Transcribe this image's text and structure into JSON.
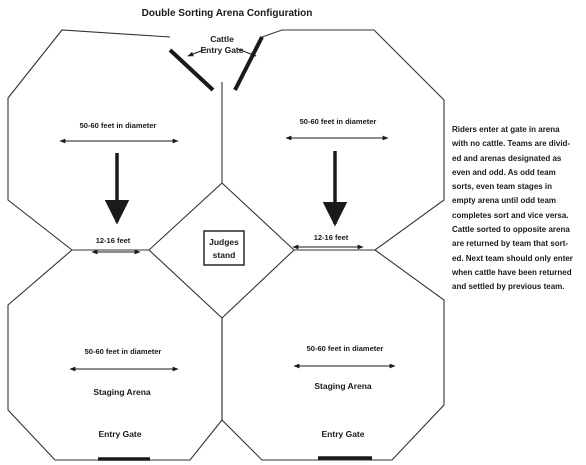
{
  "title": "Double Sorting Arena Configuration",
  "cattle_gate": {
    "line1": "Cattle",
    "line2": "Entry Gate"
  },
  "judges_stand": {
    "line1": "Judges",
    "line2": "stand"
  },
  "arenas": [
    {
      "id": "top-left",
      "diameter_label": "50-60 feet in diameter",
      "gap_label": "12-16 feet"
    },
    {
      "id": "top-right",
      "diameter_label": "50-60 feet in diameter",
      "gap_label": "12-16 feet"
    },
    {
      "id": "bottom-left",
      "diameter_label": "50-60 feet in diameter",
      "name": "Staging Arena",
      "gate_label": "Entry Gate"
    },
    {
      "id": "bottom-right",
      "diameter_label": "50-60 feet in diameter",
      "name": "Staging Arena",
      "gate_label": "Entry Gate"
    }
  ],
  "description_lines": [
    "Riders enter at gate in arena",
    "with no cattle. Teams are divid-",
    "ed and arenas designated as",
    "even and odd. As odd team",
    "sorts, even team stages in",
    "empty arena until odd team",
    "completes sort and vice versa.",
    "Cattle sorted to opposite arena",
    "are returned by team that sort-",
    "ed. Next team should only enter",
    "when cattle have been returned",
    "and settled by previous team."
  ]
}
